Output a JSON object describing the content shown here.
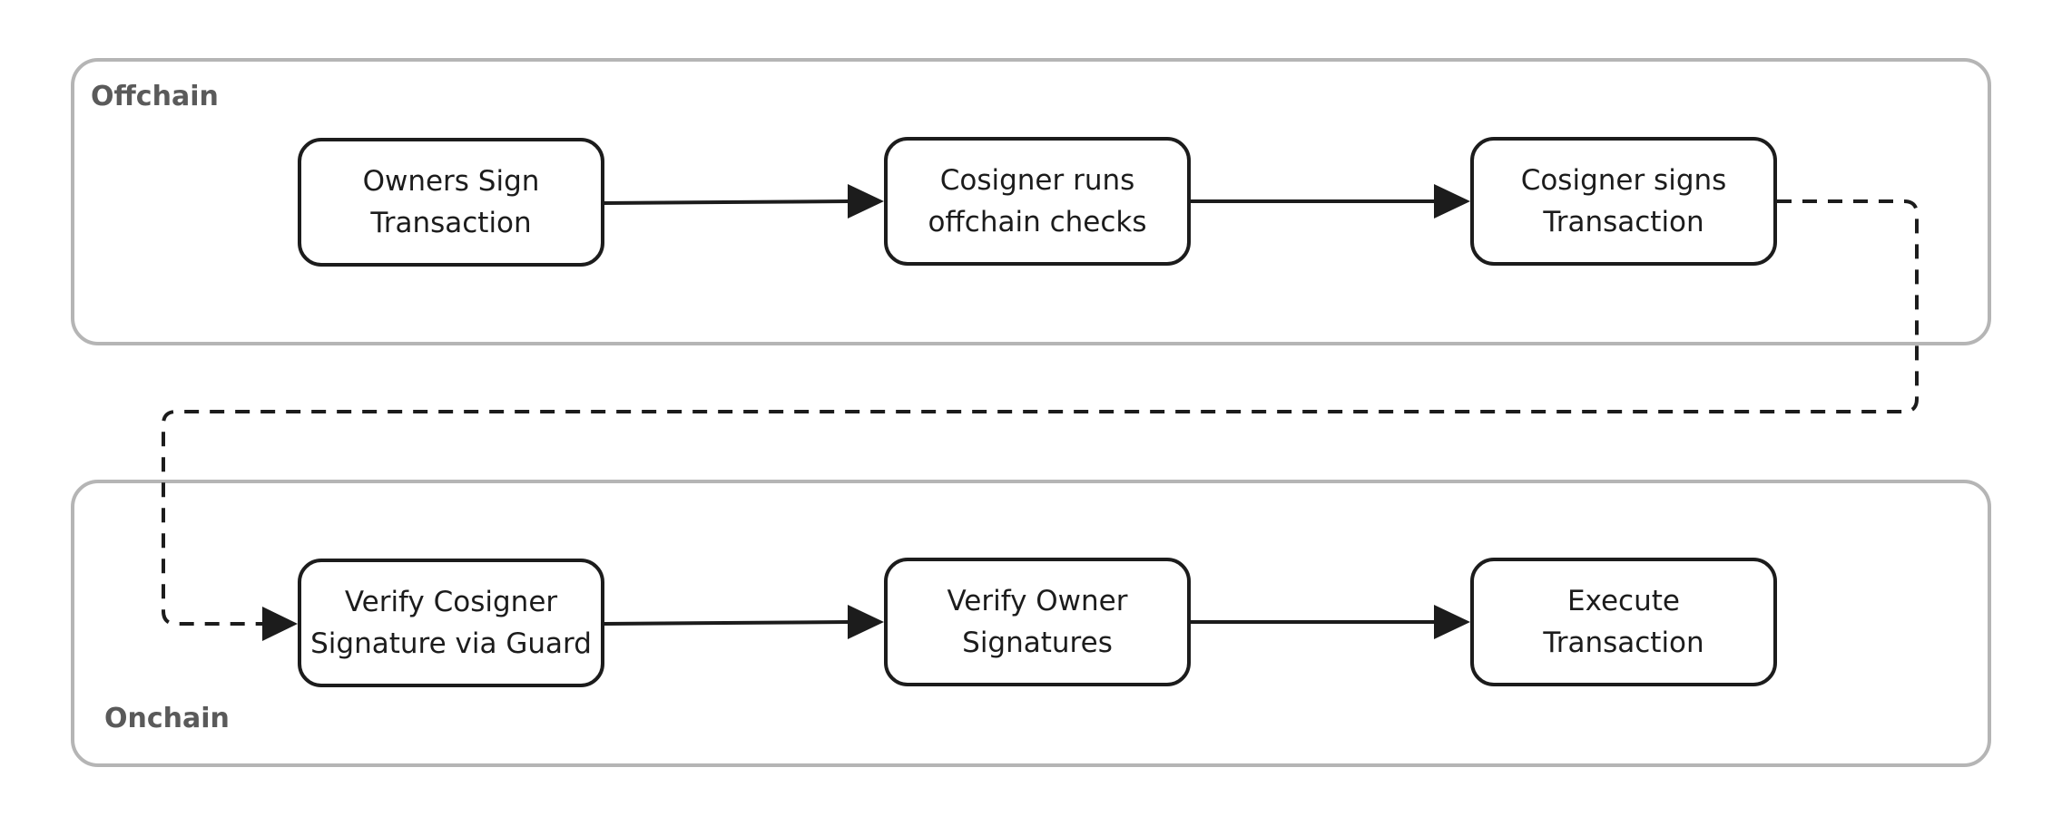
{
  "groups": {
    "offchain": {
      "label": "Offchain"
    },
    "onchain": {
      "label": "Onchain"
    }
  },
  "nodes": {
    "owners_sign": "Owners Sign\nTransaction",
    "cosigner_checks": "Cosigner runs\noffchain checks",
    "cosigner_signs": "Cosigner signs\nTransaction",
    "verify_cosigner": "Verify Cosigner\nSignature via Guard",
    "verify_owner": "Verify Owner\nSignatures",
    "execute": "Execute Transaction"
  },
  "colors": {
    "node_border": "#1c1c1c",
    "group_border": "#b5b5b5",
    "group_label": "#5a5a5a",
    "connector": "#1c1c1c"
  }
}
